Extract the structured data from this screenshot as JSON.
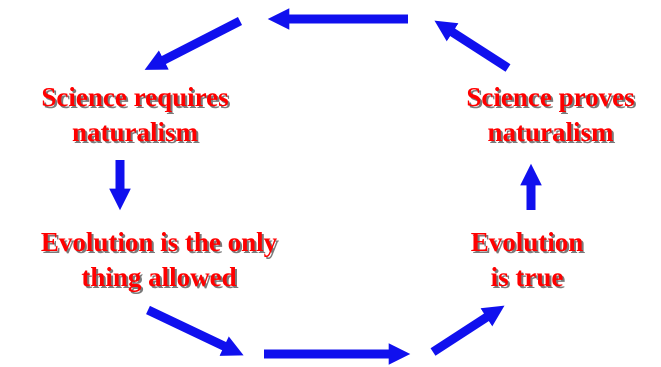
{
  "diagram": {
    "type": "cycle",
    "colors": {
      "text": "#ff0000",
      "text_shadow": "#7a7a7a",
      "arrow": "#1010ee",
      "background": "#ffffff"
    },
    "nodes": [
      {
        "id": "science-requires",
        "lines": [
          "Science requires",
          "naturalism"
        ]
      },
      {
        "id": "evolution-only",
        "lines": [
          "Evolution is the only",
          "thing allowed"
        ]
      },
      {
        "id": "evolution-true",
        "lines": [
          "Evolution",
          "is true"
        ]
      },
      {
        "id": "science-proves",
        "lines": [
          "Science proves",
          "naturalism"
        ]
      }
    ],
    "edges": [
      {
        "from": "science-requires",
        "to": "evolution-only"
      },
      {
        "from": "evolution-only",
        "to": "evolution-true"
      },
      {
        "from": "evolution-true",
        "to": "science-proves"
      },
      {
        "from": "science-proves",
        "to": "science-requires"
      }
    ]
  }
}
